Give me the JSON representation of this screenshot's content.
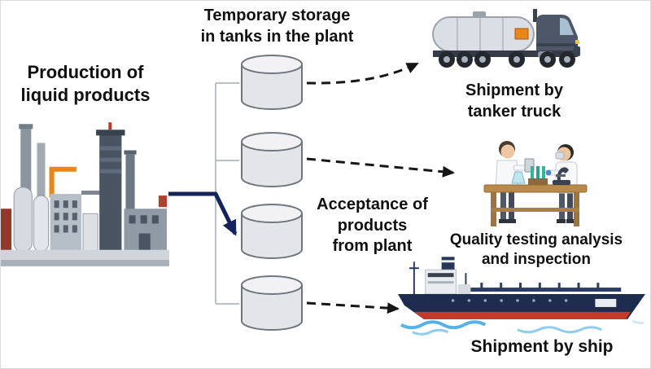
{
  "labels": {
    "production": "Production of\nliquid products",
    "storage": "Temporary storage\nin tanks in the plant",
    "acceptance": "Acceptance of\nproducts\nfrom plant",
    "shipment_truck": "Shipment by\ntanker truck",
    "quality": "Quality testing analysis\nand inspection",
    "shipment_ship": "Shipment by ship"
  },
  "storage_tanks": {
    "count": 4
  },
  "flows": [
    {
      "from": "factory",
      "to": "storage-tanks",
      "style": "solid-navy-arrow"
    },
    {
      "from": "tank-1",
      "to": "tanker-truck",
      "style": "dashed-black-arrow"
    },
    {
      "from": "tank-2",
      "to": "quality-testing",
      "style": "dashed-black-arrow"
    },
    {
      "from": "tank-4",
      "to": "ship",
      "style": "dashed-black-arrow"
    }
  ],
  "illustrations": [
    {
      "name": "factory-illustration"
    },
    {
      "name": "storage-tank"
    },
    {
      "name": "tanker-truck-illustration"
    },
    {
      "name": "quality-testing-illustration"
    },
    {
      "name": "ship-illustration"
    }
  ],
  "colors": {
    "background": "#ffffff",
    "text": "#111111",
    "solid_arrow": "#14235c",
    "dashed_arrow": "#161616",
    "connector_line": "#b9bfc6",
    "tank_body": "#e4e5e8",
    "tank_top": "#f2f2f4",
    "tank_outline": "#70767e"
  }
}
